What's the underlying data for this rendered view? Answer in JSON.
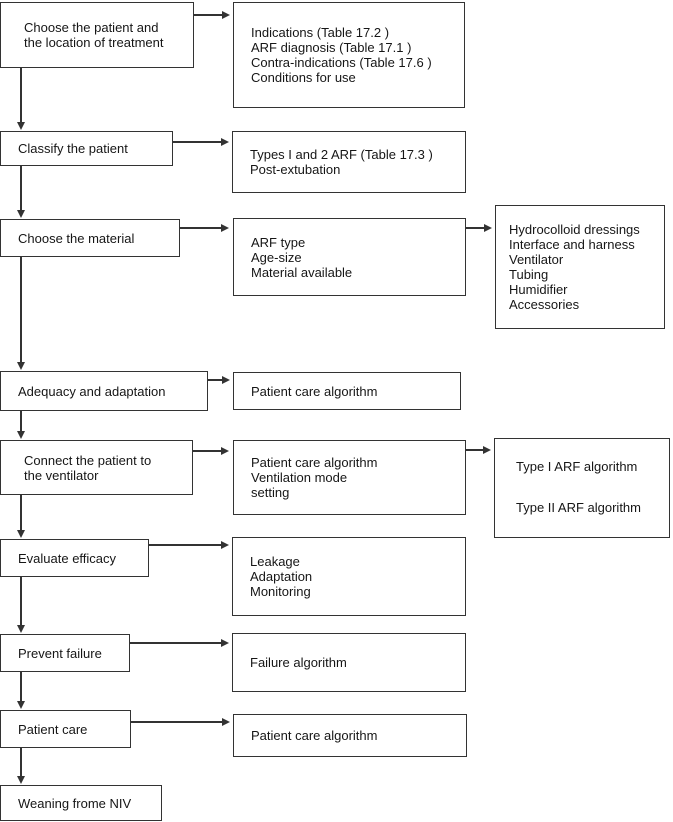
{
  "colors": {
    "line": "#333333",
    "text": "#161616",
    "background": "#ffffff"
  },
  "flow": {
    "steps": [
      {
        "label": [
          "Choose the patient and",
          "the location of treatment"
        ],
        "detail": [
          "Indications (Table 17.2 )",
          "ARF diagnosis (Table 17.1 )",
          "Contra-indications (Table 17.6 )",
          "Conditions for use"
        ]
      },
      {
        "label": [
          "Classify the patient"
        ],
        "detail": [
          "Types I and 2 ARF (Table 17.3 )",
          "Post-extubation"
        ]
      },
      {
        "label": [
          "Choose the material"
        ],
        "detail": [
          "ARF type",
          "Age-size",
          "Material available"
        ],
        "extra": [
          "Hydrocolloid dressings",
          "Interface and harness",
          "Ventilator",
          "Tubing",
          "Humidifier",
          "Accessories"
        ]
      },
      {
        "label": [
          "Adequacy and adaptation"
        ],
        "detail": [
          "Patient care algorithm"
        ]
      },
      {
        "label": [
          "Connect the patient to",
          "the ventilator"
        ],
        "detail": [
          "Patient care algorithm",
          "Ventilation mode",
          "setting"
        ],
        "extra": [
          "Type I ARF algorithm",
          "",
          "Type II ARF algorithm"
        ]
      },
      {
        "label": [
          "Evaluate efficacy"
        ],
        "detail": [
          "Leakage",
          "Adaptation",
          "Monitoring"
        ]
      },
      {
        "label": [
          "Prevent failure"
        ],
        "detail": [
          "Failure algorithm"
        ]
      },
      {
        "label": [
          "Patient care"
        ],
        "detail": [
          "Patient care algorithm"
        ]
      },
      {
        "label": [
          "Weaning frome NIV"
        ]
      }
    ]
  }
}
